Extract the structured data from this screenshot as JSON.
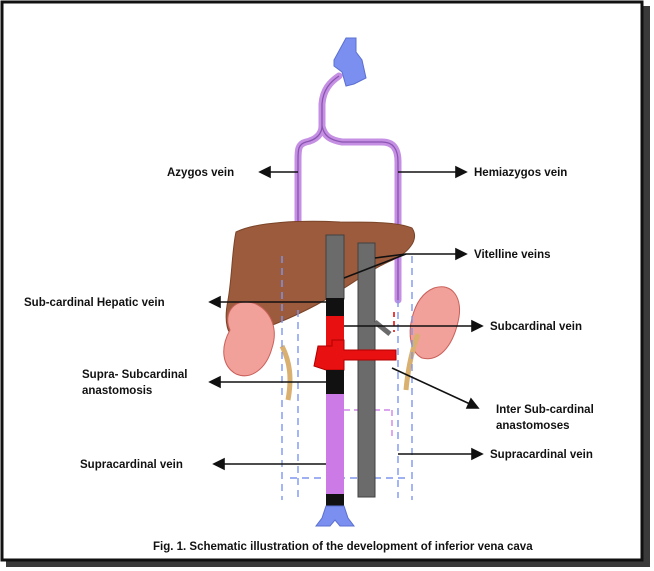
{
  "labels": {
    "azygos": "Azygos vein",
    "hemiazygos": "Hemiazygos vein",
    "vitelline": "Vitelline veins",
    "subcardinal_hepatic": "Sub-cardinal Hepatic vein",
    "subcardinal": "Subcardinal vein",
    "supra_subcardinal_l1": "Supra- Subcardinal",
    "supra_subcardinal_l2": "anastomosis",
    "inter_subcardinal_l1": "Inter Sub-cardinal",
    "inter_subcardinal_l2": "anastomoses",
    "supracardinal_left": "Supracardinal vein",
    "supracardinal_right": "Supracardinal vein"
  },
  "caption": "Fig. 1. Schematic illustration of the development of inferior vena cava",
  "colors": {
    "azygos_system": "#c58fe3",
    "upper_vessel": "#7b8ff0",
    "liver": "#9c5b3c",
    "kidney": "#f2a09a",
    "ureter": "#d9b070",
    "vitelline": "#6a6a6a",
    "subcardinal": "#e81010",
    "supracardinal": "#cc7be6",
    "dashed": "#7e96ee"
  }
}
